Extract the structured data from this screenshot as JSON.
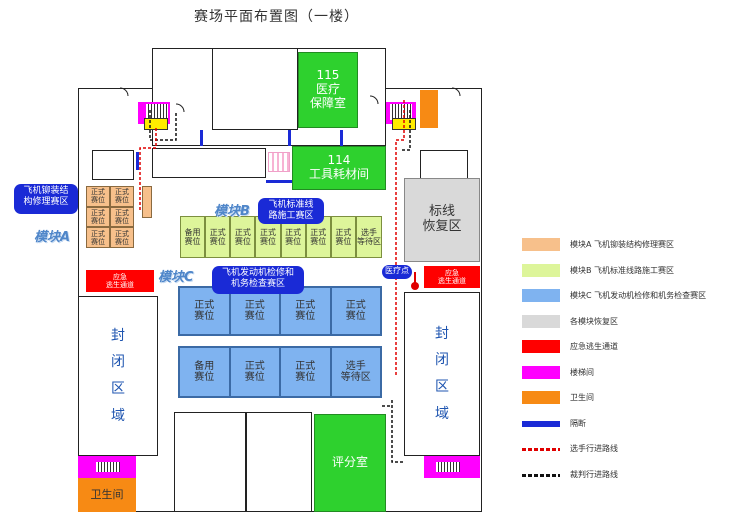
{
  "title": "赛场平面布置图（一楼）",
  "rooms": {
    "medical_room": "115\n医疗\n保障室",
    "tools_room": "114\n工具耗材间",
    "recovery": "标线\n恢复区",
    "scoring_room": "评分室",
    "restroom": "卫生间",
    "closed_area": "封\n闭\n区\n域"
  },
  "exits": {
    "emergency_exit": "应急\n逃生通道"
  },
  "markers": {
    "medical_point": "医疗点"
  },
  "module_labels": {
    "a": "模块A",
    "b": "模块B",
    "c": "模块C"
  },
  "callouts": {
    "a": "飞机铆装结\n构修理赛区",
    "b": "飞机标准线\n路施工赛区",
    "c": "飞机发动机检修和\n机务检查赛区"
  },
  "module_a_cells": [
    "正式\n赛位",
    "正式\n赛位",
    "正式\n赛位",
    "正式\n赛位",
    "正式\n赛位",
    "正式\n赛位"
  ],
  "module_b_cells": [
    "备用\n赛位",
    "正式\n赛位",
    "正式\n赛位",
    "正式\n赛位",
    "正式\n赛位",
    "正式\n赛位",
    "正式\n赛位",
    "选手\n等待区"
  ],
  "module_c_top": [
    "正式\n赛位",
    "正式\n赛位",
    "正式\n赛位",
    "正式\n赛位"
  ],
  "module_c_bottom": [
    "备用\n赛位",
    "正式\n赛位",
    "正式\n赛位",
    "选手\n等待区"
  ],
  "legend": [
    {
      "label": "模块A 飞机铆装结构修理赛区",
      "color": "#f7c08b",
      "kind": "box"
    },
    {
      "label": "模块B 飞机标准线路施工赛区",
      "color": "#ddf59a",
      "kind": "box"
    },
    {
      "label": "模块C 飞机发动机检修和机务检查赛区",
      "color": "#7fb3f0",
      "kind": "box"
    },
    {
      "label": "各模块恢复区",
      "color": "#d9d9d9",
      "kind": "box"
    },
    {
      "label": "应急逃生通道",
      "color": "#ff0000",
      "kind": "box"
    },
    {
      "label": "楼梯间",
      "color": "#ff00ff",
      "kind": "box"
    },
    {
      "label": "卫生间",
      "color": "#f78a14",
      "kind": "box"
    },
    {
      "label": "隔断",
      "color": "#1a2ad6",
      "kind": "bar"
    },
    {
      "label": "选手行进路线",
      "color": "#e00000",
      "kind": "dash"
    },
    {
      "label": "裁判行进路线",
      "color": "#111111",
      "kind": "dash"
    }
  ]
}
